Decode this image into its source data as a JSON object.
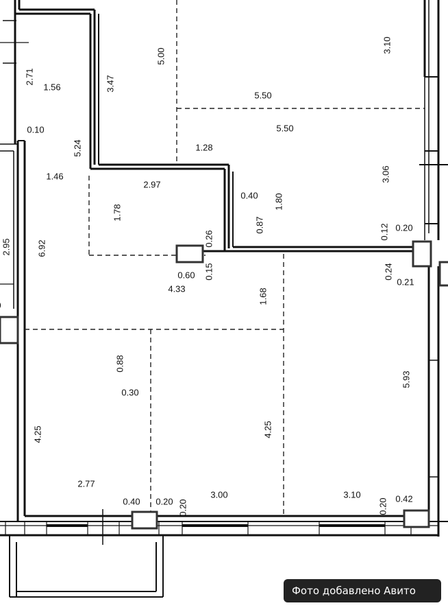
{
  "plan": {
    "dimensions": [
      "5.00",
      "3.10",
      "2.71",
      "1.56",
      "3.47",
      "5.50",
      "0.10",
      "5.50",
      "5.24",
      "1.28",
      "1.46",
      "2.97",
      "3.06",
      "0.40",
      "1.80",
      "1.78",
      "0.87",
      "0.12",
      "0.20",
      "2.95",
      "6.92",
      "0.26",
      "0.60",
      "0.15",
      "0.24",
      "4.33",
      "0.21",
      "1.68",
      "0.88",
      "0.30",
      "5.93",
      "4.25",
      "4.25",
      "2.77",
      "0.40",
      "0.20",
      "0.20",
      "3.00",
      "3.10",
      "0.20",
      "0.42",
      "0"
    ],
    "wall_color": "#111111",
    "background": "#ffffff"
  },
  "watermark": {
    "text": "Фото добавлено Авито"
  }
}
